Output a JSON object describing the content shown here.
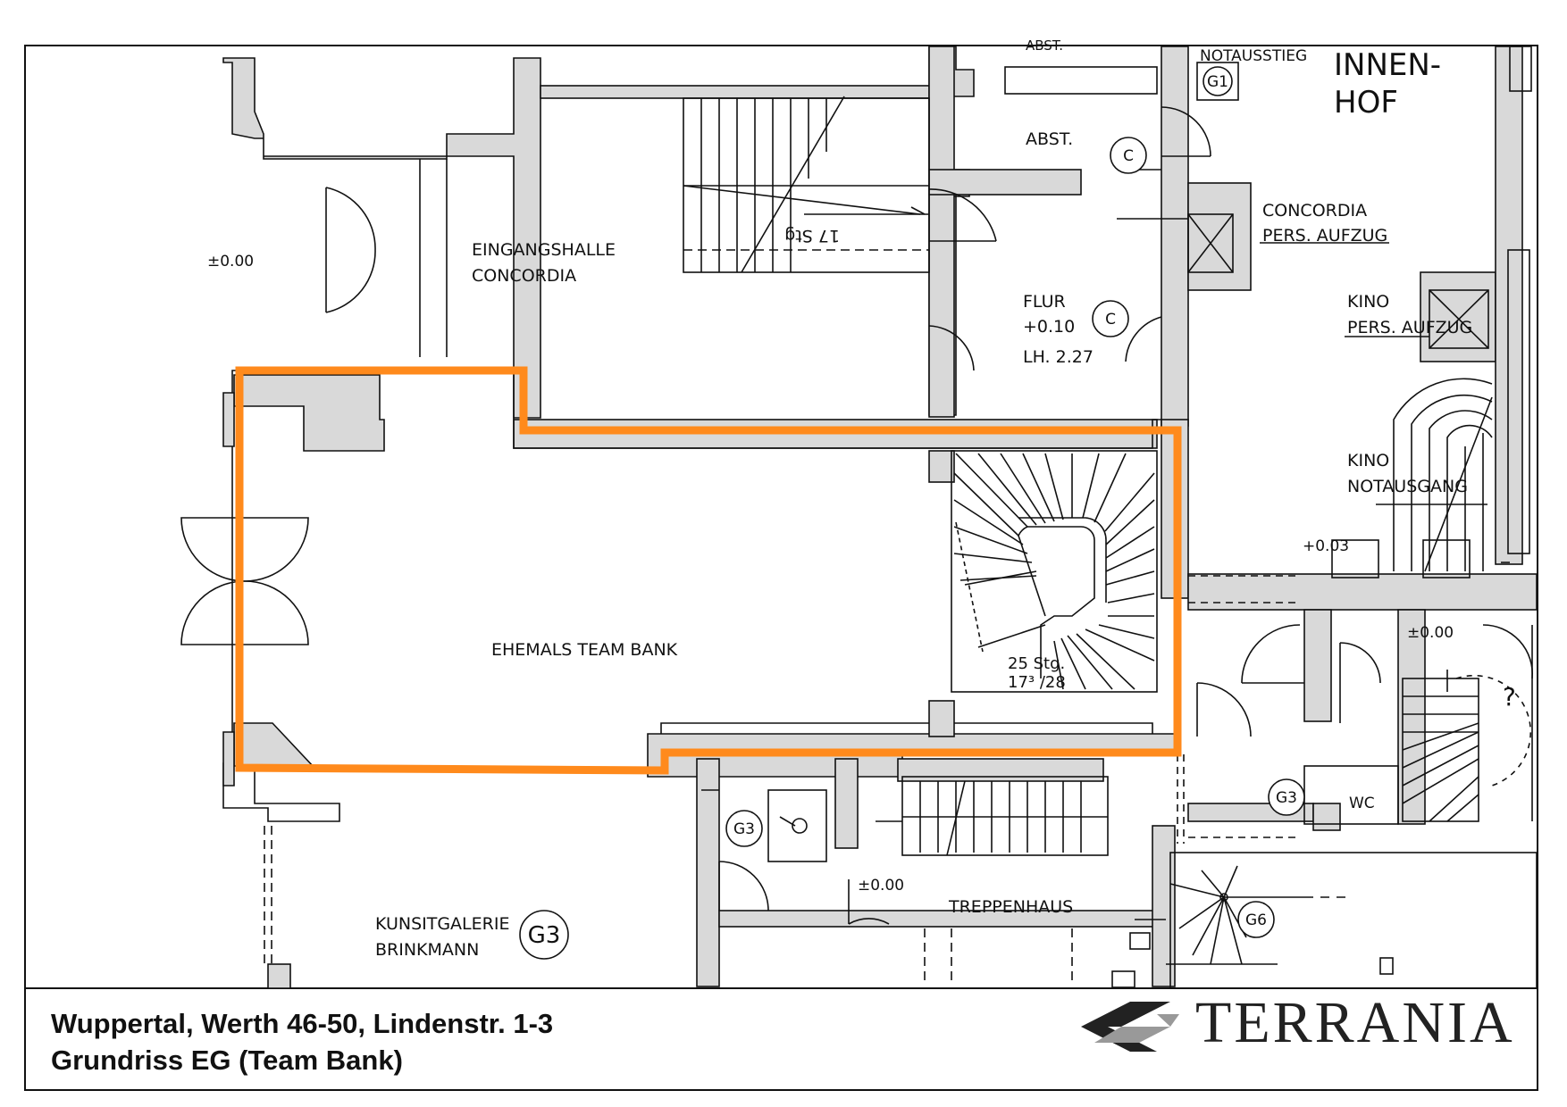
{
  "rooms": {
    "eingangshalle": [
      "EINGANGSHALLE",
      "CONCORDIA"
    ],
    "team_bank": "EHEMALS TEAM BANK",
    "flur": [
      "FLUR",
      "+0.10",
      "LH. 2.27"
    ],
    "abst": "ABST.",
    "abst_top": "ABST.",
    "notausstieg": "NOTAUSSTIEG",
    "innenhof": [
      "INNEN-",
      "HOF"
    ],
    "concordia_aufzug": [
      "CONCORDIA",
      "PERS. AUFZUG"
    ],
    "kino_aufzug": [
      "KINO",
      "PERS. AUFZUG"
    ],
    "kino_notausgang": [
      "KINO",
      "NOTAUSGANG"
    ],
    "kunstgalerie": [
      "KUNSITGALERIE",
      "BRINKMANN"
    ],
    "treppenhaus": "TREPPENHAUS",
    "wc": "WC",
    "question": "?"
  },
  "levels": {
    "entrance": "±0.00",
    "right_mid": "+0.03",
    "right_lower": "±0.00",
    "treppenhaus": "±0.00"
  },
  "stairs": {
    "main": "17 Stg",
    "spiral_line1": "25 Stg.",
    "spiral_line2": "17³ /28"
  },
  "tags": {
    "g1": "G1",
    "c1": "C",
    "c2": "C",
    "g3_small": "G3",
    "g3_large": "G3",
    "g3_wc": "G3",
    "g6": "G6"
  },
  "footer": {
    "line1": "Wuppertal, Werth 46-50, Lindenstr. 1-3",
    "line2": "Grundriss EG (Team Bank)",
    "logo_text": "TERRANIA"
  },
  "colors": {
    "highlight": "#ff8a1c",
    "wall": "#d9d9d9",
    "line": "#111111"
  }
}
